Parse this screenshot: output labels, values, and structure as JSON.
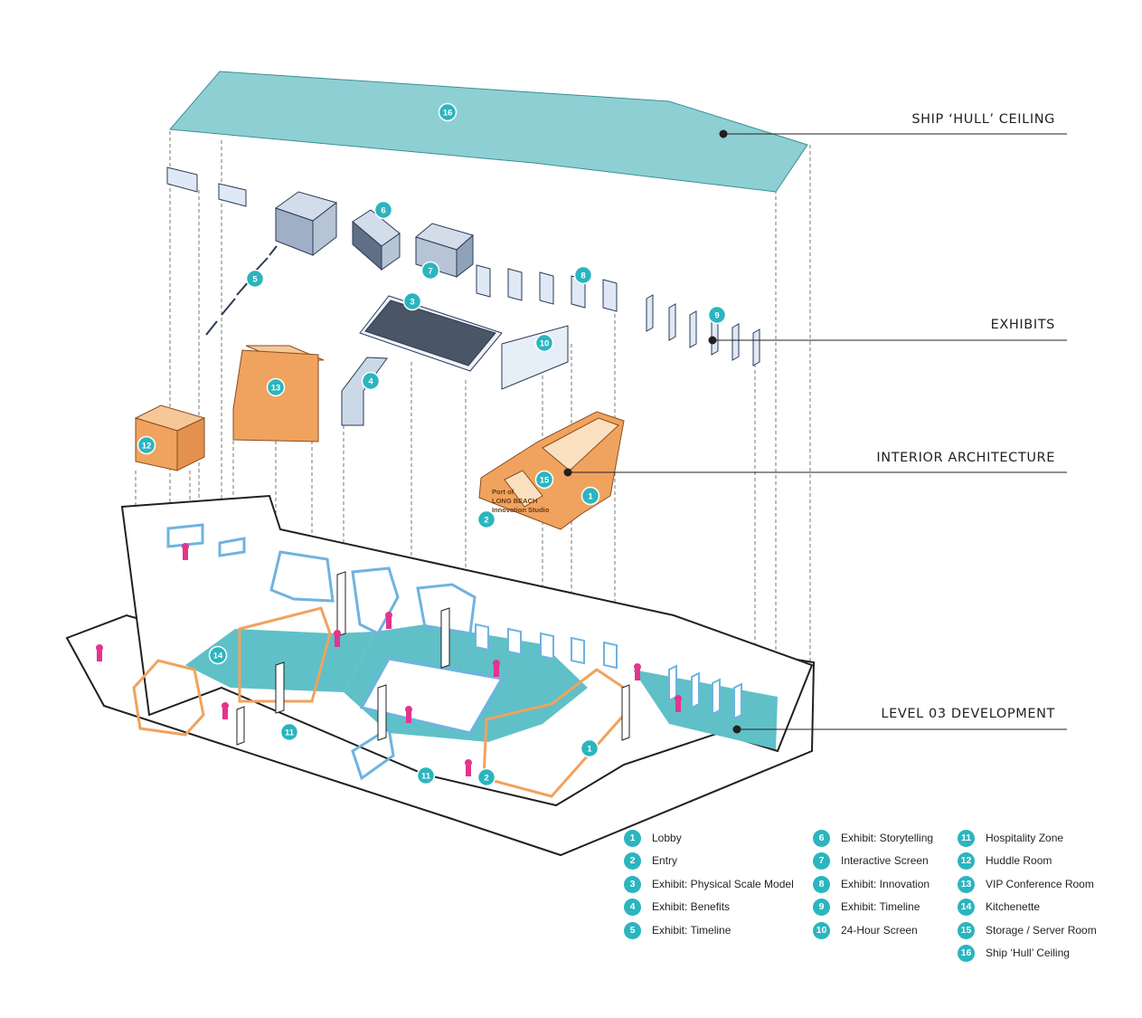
{
  "layers": [
    {
      "id": "hull",
      "label": "SHIP ‘HULL’ CEILING"
    },
    {
      "id": "exhibits",
      "label": "EXHIBITS"
    },
    {
      "id": "interior",
      "label": "INTERIOR ARCHITECTURE"
    },
    {
      "id": "level",
      "label": "LEVEL 03 DEVELOPMENT"
    }
  ],
  "legend": [
    {
      "num": "1",
      "label": "Lobby"
    },
    {
      "num": "2",
      "label": "Entry"
    },
    {
      "num": "3",
      "label": "Exhibit: Physical Scale Model"
    },
    {
      "num": "4",
      "label": "Exhibit: Benefits"
    },
    {
      "num": "5",
      "label": "Exhibit: Timeline"
    },
    {
      "num": "6",
      "label": "Exhibit: Storytelling"
    },
    {
      "num": "7",
      "label": "Interactive Screen"
    },
    {
      "num": "8",
      "label": "Exhibit: Innovation"
    },
    {
      "num": "9",
      "label": "Exhibit: Timeline"
    },
    {
      "num": "10",
      "label": "24-Hour Screen"
    },
    {
      "num": "11",
      "label": "Hospitality Zone"
    },
    {
      "num": "12",
      "label": "Huddle Room"
    },
    {
      "num": "13",
      "label": "VIP Conference Room"
    },
    {
      "num": "14",
      "label": "Kitchenette"
    },
    {
      "num": "15",
      "label": "Storage / Server Room"
    },
    {
      "num": "16",
      "label": "Ship ‘Hull’ Ceiling"
    }
  ],
  "markers": [
    "16",
    "6",
    "5",
    "7",
    "3",
    "8",
    "9",
    "10",
    "4",
    "13",
    "12",
    "15",
    "1",
    "2",
    "14",
    "11",
    "11",
    "2",
    "1"
  ],
  "wall_sign": {
    "line1": "Port of",
    "line2": "LONG BEACH",
    "line3": "Innovation Studio"
  },
  "colors": {
    "teal": "#2ab5bf",
    "hull": "#8ecfd4",
    "floor_teal": "#5fc0c8",
    "orange": "#f0a35e",
    "orange_dark": "#c9783a",
    "blue_outline": "#6fb3e0",
    "people": "#e4348c"
  }
}
